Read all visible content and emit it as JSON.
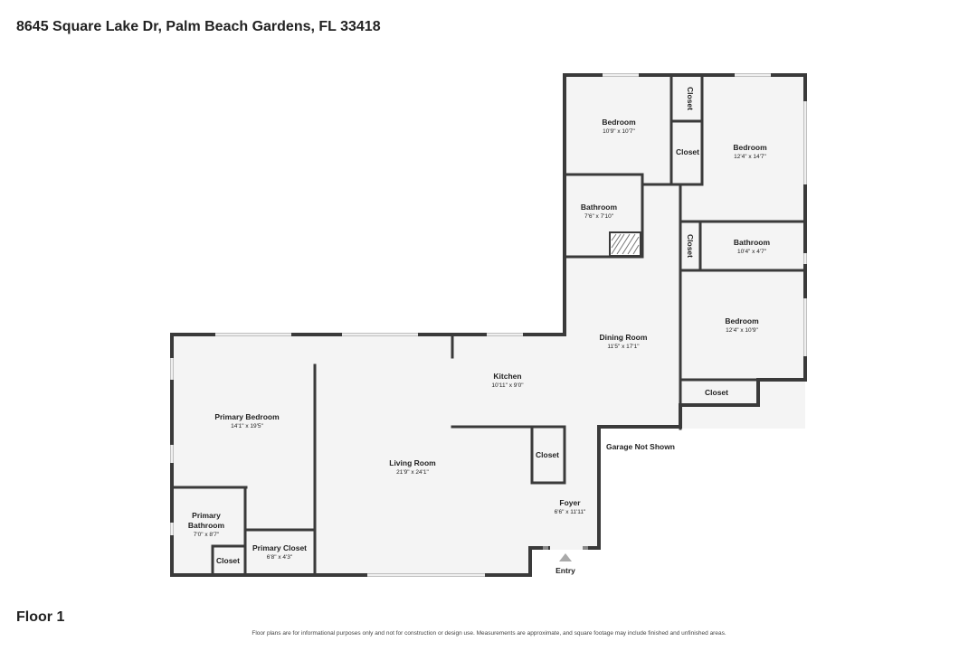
{
  "header": {
    "address": "8645 Square Lake Dr, Palm Beach Gardens, FL 33418"
  },
  "floor": {
    "label": "Floor 1"
  },
  "disclaimer": "Floor plans are for informational purposes only and not for construction or design use. Measurements are approximate, and square footage may include finished and unfinished areas.",
  "rooms": {
    "bedroom_1": {
      "name": "Bedroom",
      "dims": "10'9\" x 10'7\""
    },
    "closet_1": {
      "name": "Closet"
    },
    "bedroom_2": {
      "name": "Bedroom",
      "dims": "12'4\" x 14'7\""
    },
    "closet_2": {
      "name": "Closet"
    },
    "bathroom_1": {
      "name": "Bathroom",
      "dims": "7'6\" x 7'10\""
    },
    "closet_3": {
      "name": "Closet"
    },
    "bathroom_2": {
      "name": "Bathroom",
      "dims": "10'4\" x 4'7\""
    },
    "bedroom_3": {
      "name": "Bedroom",
      "dims": "12'4\" x 10'9\""
    },
    "closet_4": {
      "name": "Closet"
    },
    "dining_room": {
      "name": "Dining Room",
      "dims": "11'5\" x 17'1\""
    },
    "kitchen": {
      "name": "Kitchen",
      "dims": "10'11\" x 9'0\""
    },
    "primary_bedroom": {
      "name": "Primary Bedroom",
      "dims": "14'1\" x 19'5\""
    },
    "living_room": {
      "name": "Living Room",
      "dims": "21'9\" x 24'1\""
    },
    "closet_5": {
      "name": "Closet"
    },
    "garage": {
      "name": "Garage Not Shown"
    },
    "foyer": {
      "name": "Foyer",
      "dims": "6'6\" x 11'11\""
    },
    "primary_bathroom": {
      "name_line1": "Primary",
      "name_line2": "Bathroom",
      "dims": "7'0\" x 8'7\""
    },
    "closet_6": {
      "name": "Closet"
    },
    "primary_closet": {
      "name": "Primary Closet",
      "dims": "6'8\" x 4'3\""
    },
    "entry": {
      "name": "Entry"
    }
  },
  "colors": {
    "room_fill": "#f4f4f4",
    "wall": "#3a3a3a",
    "window": "#bfbfbf",
    "entry_arrow": "#aaaaaa"
  }
}
